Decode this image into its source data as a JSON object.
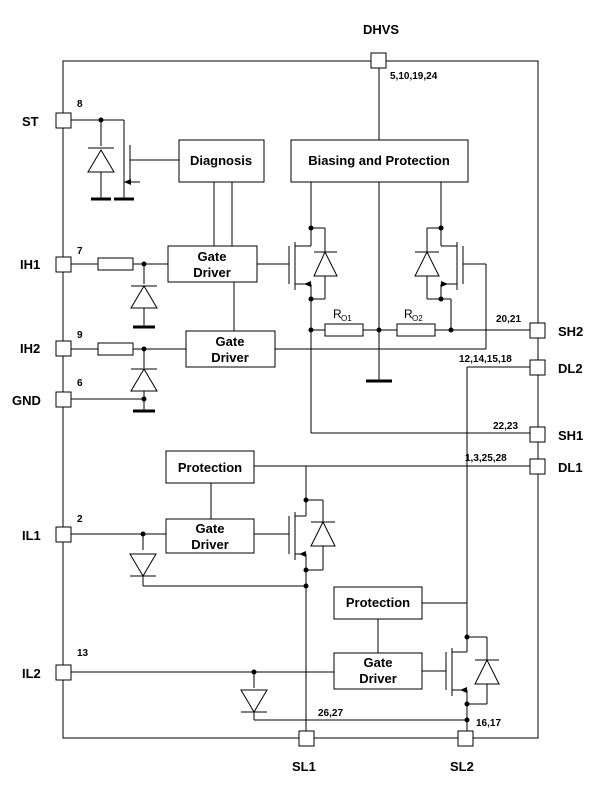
{
  "pins": {
    "dhvs": {
      "label": "DHVS",
      "num": "5,10,19,24"
    },
    "st": {
      "label": "ST",
      "num": "8"
    },
    "ih1": {
      "label": "IH1",
      "num": "7"
    },
    "ih2": {
      "label": "IH2",
      "num": "9"
    },
    "gnd": {
      "label": "GND",
      "num": "6"
    },
    "il1": {
      "label": "IL1",
      "num": "2"
    },
    "il2": {
      "label": "IL2",
      "num": "13"
    },
    "sh2": {
      "label": "SH2",
      "num": "20,21"
    },
    "dl2": {
      "label": "DL2",
      "num": "12,14,15,18"
    },
    "sh1": {
      "label": "SH1",
      "num": "22,23"
    },
    "dl1": {
      "label": "DL1",
      "num": "1,3,25,28"
    },
    "sl1": {
      "label": "SL1",
      "num": "26,27"
    },
    "sl2": {
      "label": "SL2",
      "num": "16,17"
    }
  },
  "blocks": {
    "diagnosis": "Diagnosis",
    "biasing": "Biasing and Protection",
    "gate_driver_line1": "Gate",
    "gate_driver_line2": "Driver",
    "protection": "Protection"
  },
  "resistors": {
    "ro1": {
      "main": "R",
      "sub": "O1"
    },
    "ro2": {
      "main": "R",
      "sub": "O2"
    }
  }
}
